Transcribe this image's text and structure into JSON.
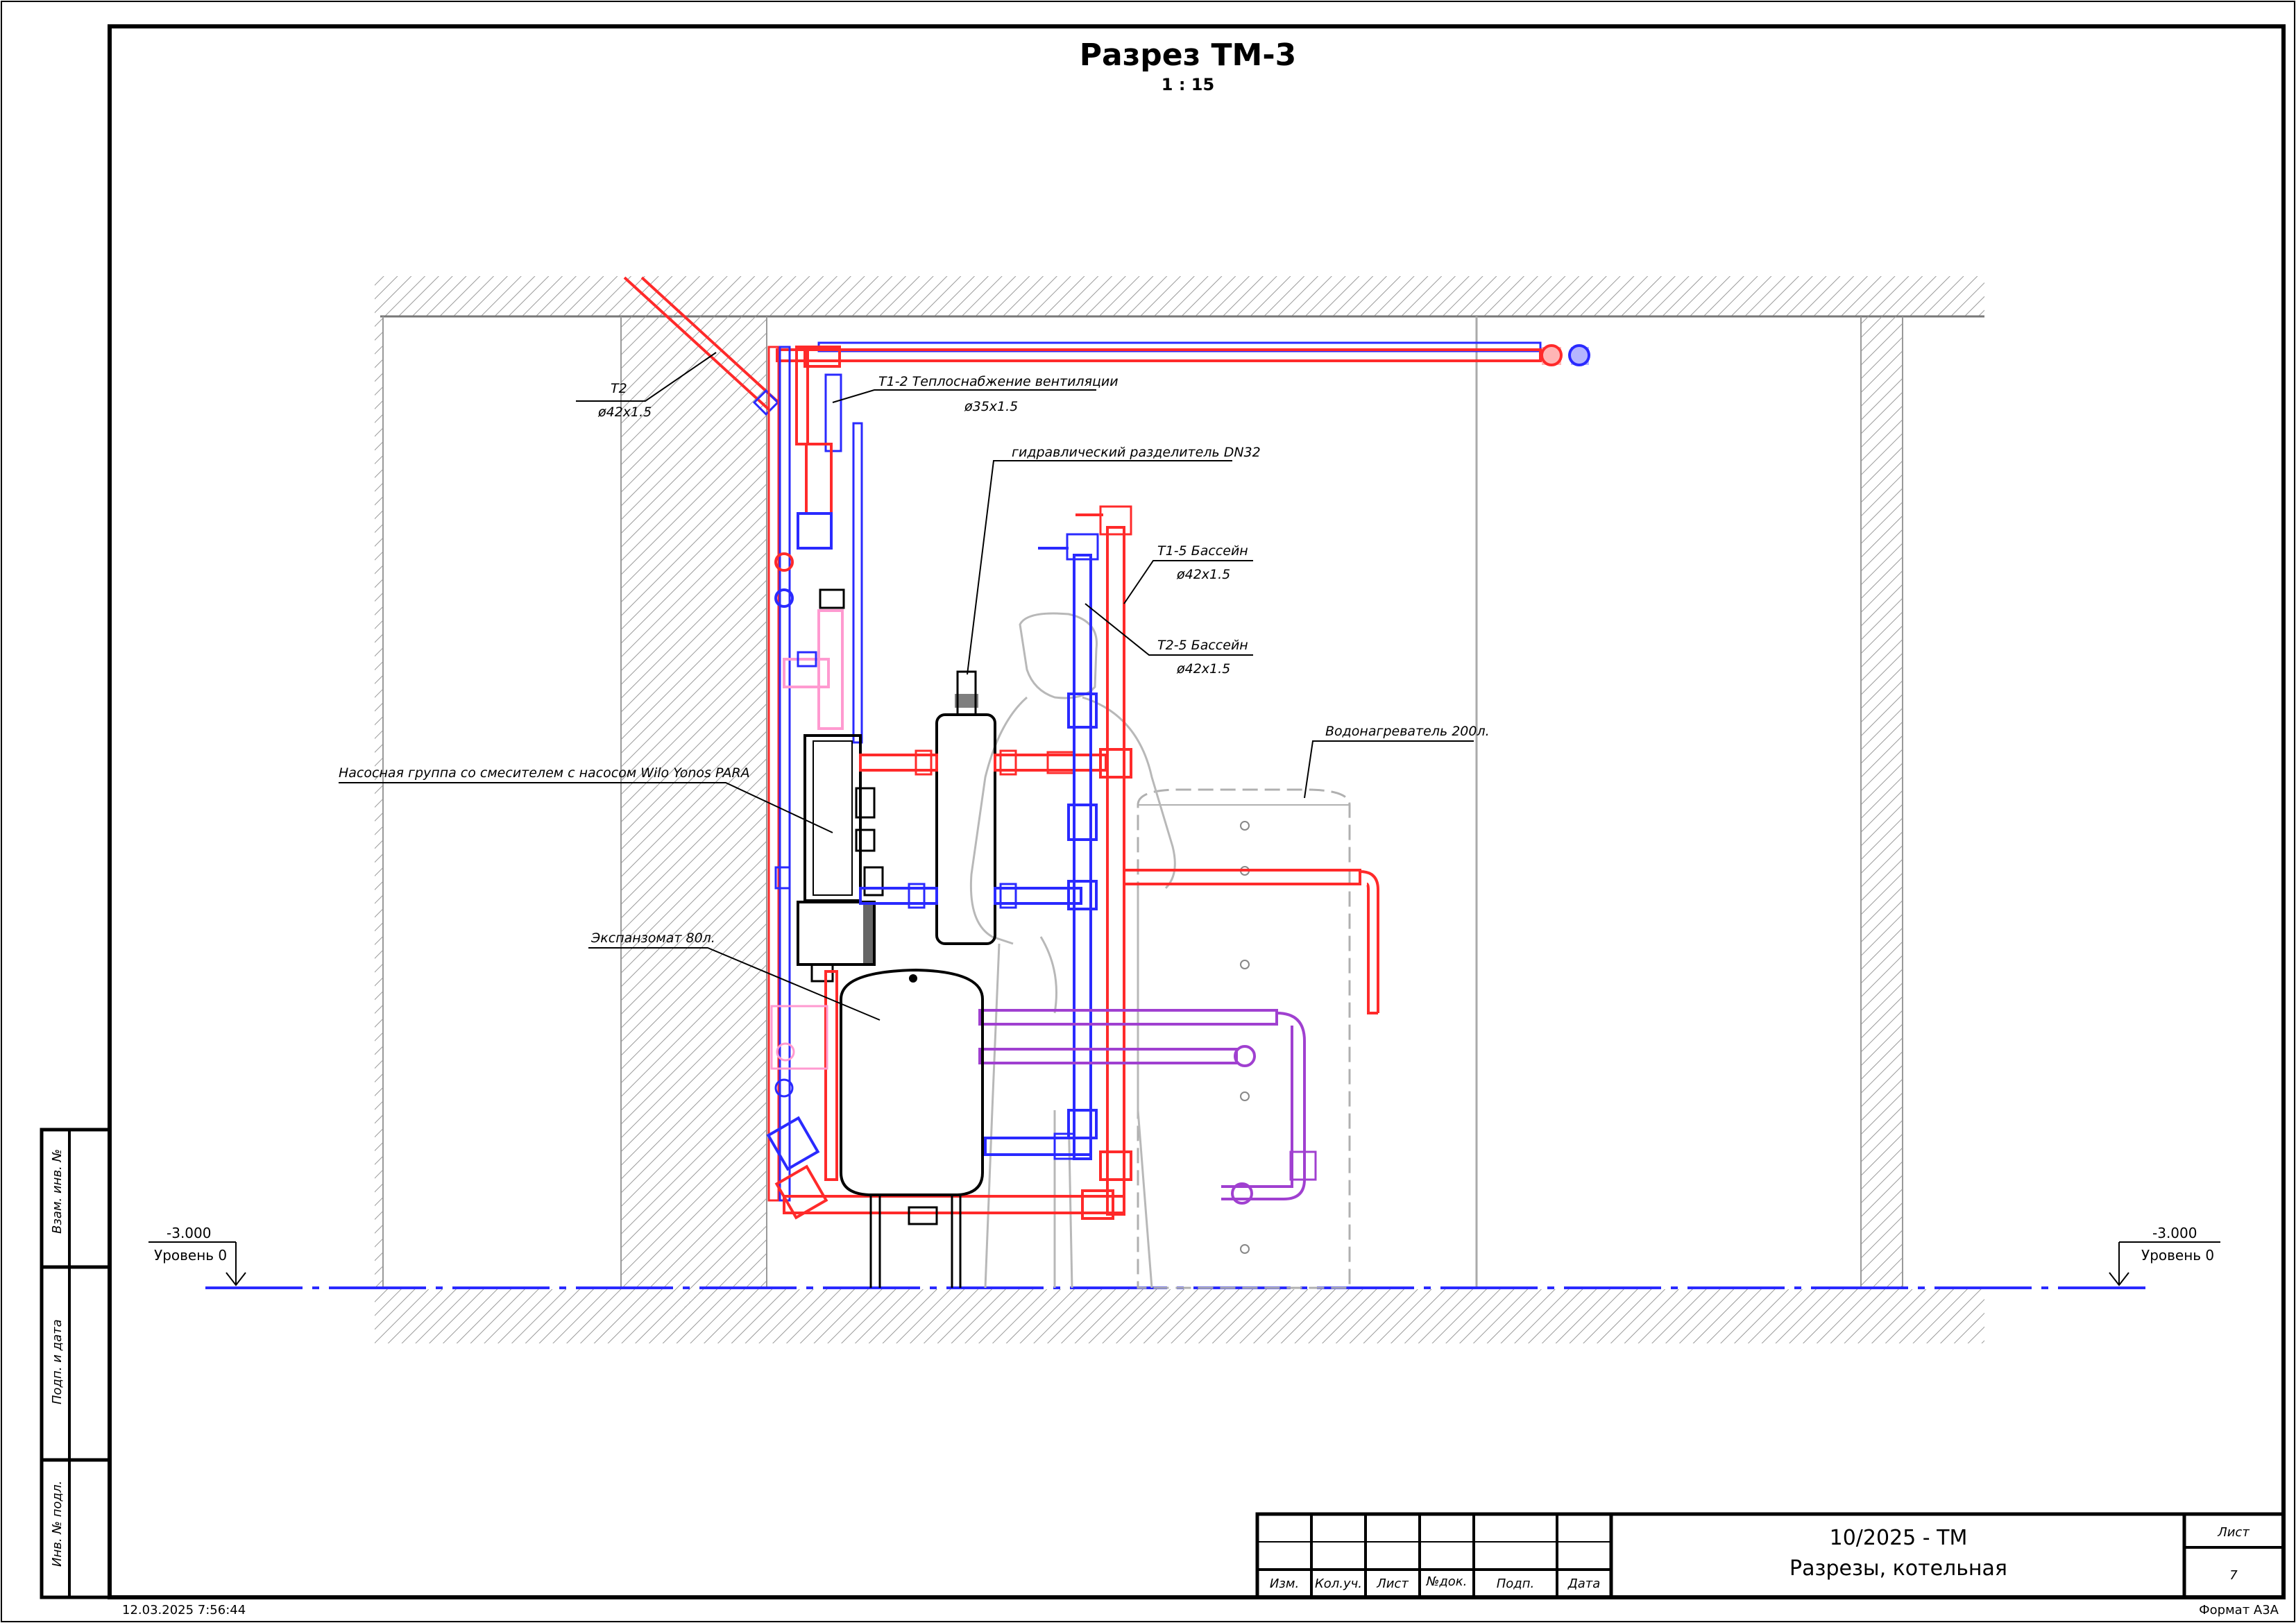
{
  "drawing": {
    "title": "Разрез ТМ-3",
    "scale": "1 : 15"
  },
  "labels": {
    "t2": "Т2",
    "t2_size": "ø42х1.5",
    "t1_2": "Т1-2 Теплоснабжение вентиляции",
    "t1_2_size": "ø35х1.5",
    "hydro_separator": "гидравлический разделитель DN32",
    "t1_5": "Т1-5 Бассейн",
    "t1_5_size": "ø42х1.5",
    "t2_5": "Т2-5 Бассейн",
    "t2_5_size": "ø42х1.5",
    "water_heater": "Водонагреватель 200л.",
    "pump_group": "Насосная группа со смесителем с насосом Wilo Yonos PARA",
    "expansion": "Экспанзомат 80л."
  },
  "levels": {
    "left_value": "-3.000",
    "left_name": "Уровень 0",
    "right_value": "-3.000",
    "right_name": "Уровень 0"
  },
  "stamp": {
    "headers": [
      "Изм.",
      "Кол.уч.",
      "Лист",
      "№док.",
      "Подп.",
      "Дата"
    ],
    "code": "10/2025 - ТМ",
    "name": "Разрезы, котельная",
    "sheet_label": "Лист",
    "sheet_number": "7"
  },
  "side_stamp": {
    "vzam": "Взам. инв. №",
    "podp": "Подп. и дата",
    "inv": "Инв. № подл."
  },
  "footer": {
    "date": "12.03.2025 7:56:44",
    "format": "Формат А3А"
  },
  "colors": {
    "supply": "#ff2a2a",
    "return": "#2a2aff",
    "purple": "#a040d0",
    "pink": "#ff9ad0",
    "hatch": "#9a9a9a"
  }
}
